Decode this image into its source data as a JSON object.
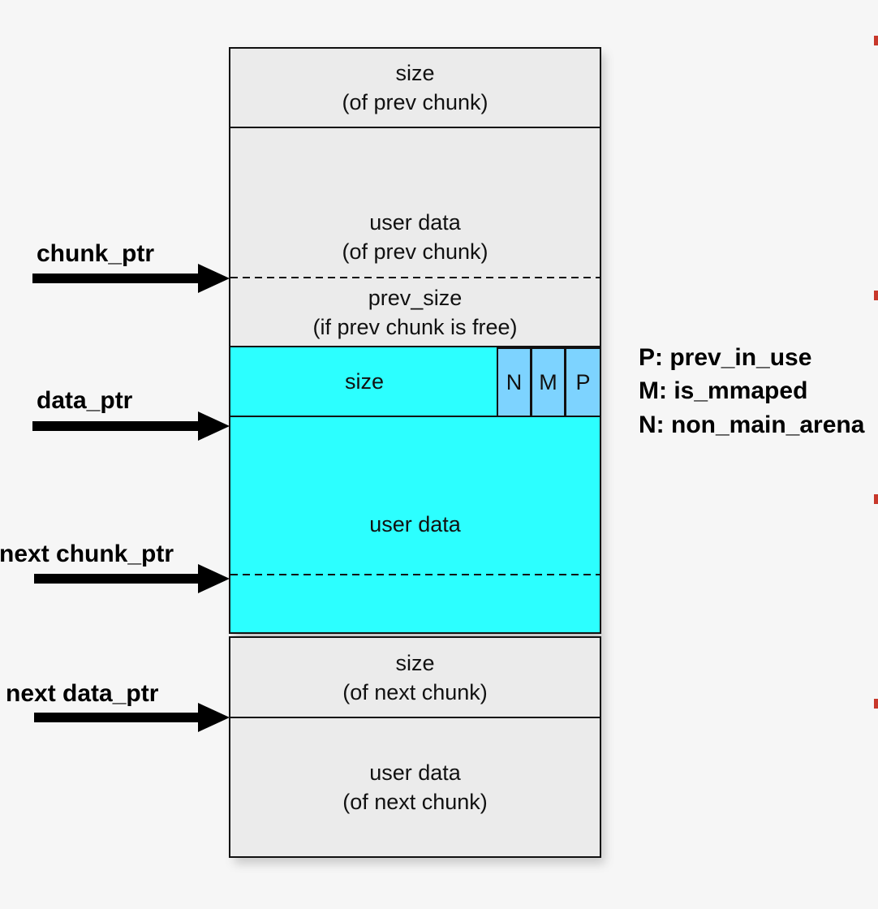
{
  "colors": {
    "background": "#f6f6f6",
    "gray_block": "#ebebeb",
    "highlight_chunk": "#2cffff",
    "flag_cells": "#7dd3ff",
    "outline": "#111111",
    "arrow": "#000000",
    "bullet": "#c8382b"
  },
  "pointers": {
    "chunk_ptr": "chunk_ptr",
    "data_ptr": "data_ptr",
    "next_chunk_ptr": "next chunk_ptr",
    "next_data_ptr": "next data_ptr"
  },
  "blocks": {
    "prev_size_of_prev": {
      "line1": "size",
      "line2": "(of prev chunk)"
    },
    "user_data_of_prev": {
      "line1": "user data",
      "line2": "(of prev chunk)"
    },
    "prev_size": {
      "line1": "prev_size",
      "line2": "(if prev chunk is free)"
    },
    "size": {
      "line1": "size"
    },
    "user_data": {
      "line1": "user data"
    },
    "size_of_next": {
      "line1": "size",
      "line2": "(of next chunk)"
    },
    "user_data_of_next": {
      "line1": "user data",
      "line2": "(of next chunk)"
    }
  },
  "flags": {
    "n": "N",
    "m": "M",
    "p": "P"
  },
  "legend": {
    "p": "P: prev_in_use",
    "m": "M: is_mmaped",
    "n": "N: non_main_arena"
  }
}
